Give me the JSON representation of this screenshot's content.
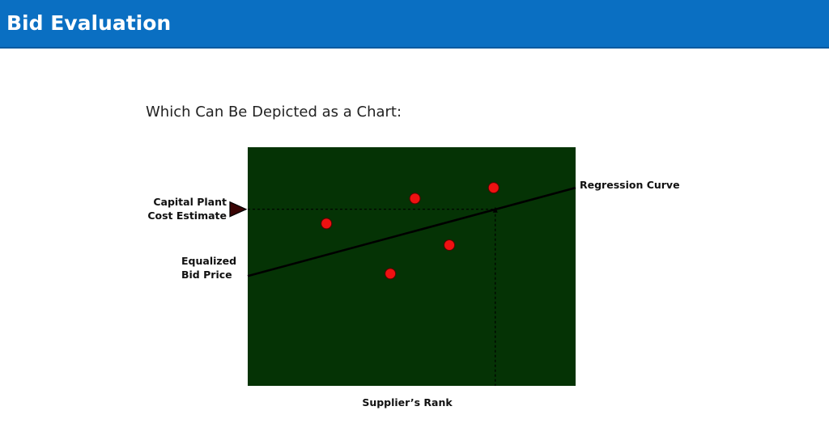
{
  "header": {
    "title": "Bid Evaluation",
    "background": "#0a6fc2"
  },
  "slide": {
    "subtitle": "Which Can Be Depicted as a Chart:"
  },
  "chart_data": {
    "type": "scatter",
    "plot_background": "#053305",
    "grid": false,
    "point_color": "#ee1111",
    "points": [
      {
        "x": 2.4,
        "y": 6.8
      },
      {
        "x": 5.1,
        "y": 7.85
      },
      {
        "x": 4.35,
        "y": 4.7
      },
      {
        "x": 6.15,
        "y": 5.9
      },
      {
        "x": 7.5,
        "y": 8.3
      }
    ],
    "regression": {
      "x": [
        0,
        10
      ],
      "y": [
        4.6,
        8.3
      ]
    },
    "reference": {
      "x": 7.55,
      "y": 7.4
    },
    "annotations": {
      "capital_plant_line1": "Capital Plant",
      "capital_plant_line2": "Cost Estimate",
      "equalized_line1": "Equalized",
      "equalized_line2": "Bid Price",
      "regression_curve": "Regression Curve",
      "xlabel": "Supplier’s Rank"
    },
    "xlim": [
      0,
      10
    ],
    "ylim": [
      0,
      10
    ]
  }
}
